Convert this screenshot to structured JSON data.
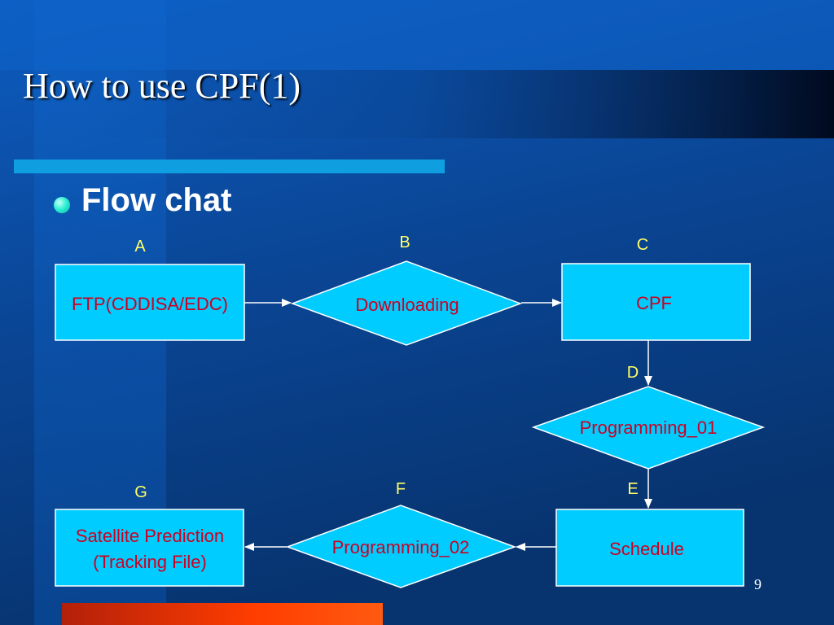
{
  "slide": {
    "title": "How to use CPF(1)",
    "bullet": "Flow chat",
    "page_number": "9",
    "colors": {
      "background": "#0a3f86",
      "node_fill": "#00ccff",
      "node_text": "#cc0022",
      "letter": "#ffff66",
      "accent_bar": "#0f9fe0",
      "bottom_bar": "#ff4400"
    }
  },
  "diagram": {
    "nodes": {
      "A": {
        "letter": "A",
        "shape": "rectangle",
        "lines": [
          "FTP(CDDISA/EDC)"
        ]
      },
      "B": {
        "letter": "B",
        "shape": "diamond",
        "lines": [
          "Downloading"
        ]
      },
      "C": {
        "letter": "C",
        "shape": "rectangle",
        "lines": [
          "CPF"
        ]
      },
      "D": {
        "letter": "D",
        "shape": "diamond",
        "lines": [
          "Programming_01"
        ]
      },
      "E": {
        "letter": "E",
        "shape": "rectangle",
        "lines": [
          "Schedule"
        ]
      },
      "F": {
        "letter": "F",
        "shape": "diamond",
        "lines": [
          "Programming_02"
        ]
      },
      "G": {
        "letter": "G",
        "shape": "rectangle",
        "lines": [
          "Satellite Prediction",
          "(Tracking File)"
        ]
      }
    },
    "edges": [
      {
        "from": "A",
        "to": "B"
      },
      {
        "from": "B",
        "to": "C"
      },
      {
        "from": "C",
        "to": "D"
      },
      {
        "from": "D",
        "to": "E"
      },
      {
        "from": "E",
        "to": "F"
      },
      {
        "from": "F",
        "to": "G"
      }
    ]
  }
}
